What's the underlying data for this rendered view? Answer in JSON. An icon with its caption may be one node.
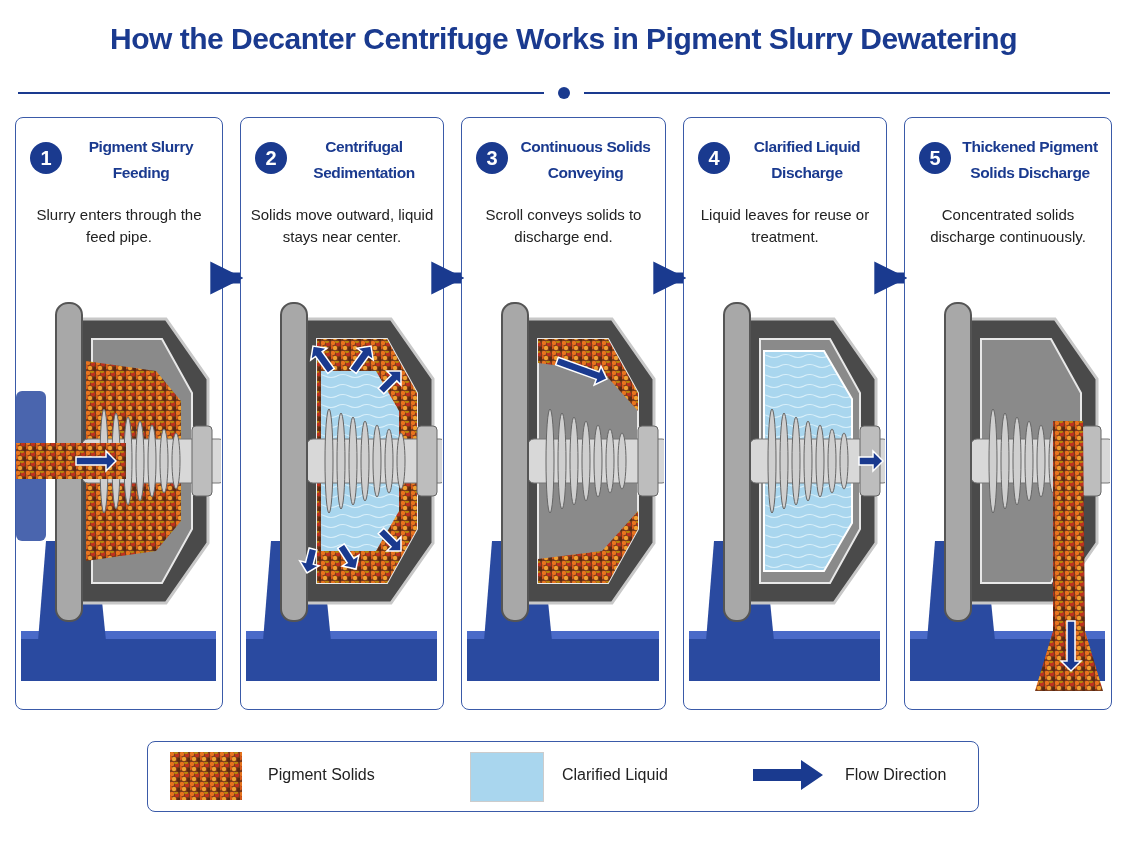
{
  "diagram": {
    "title": "How the Decanter Centrifuge Works in Pigment Slurry Dewatering",
    "nodes": [
      {
        "text": [
          "1",
          "Pigment Slurry Feeding",
          "Slurry enters through the feed pipe."
        ]
      },
      {
        "text": [
          "2",
          "Centrifugal Sedimentation",
          "Solids move outward, liquid stays near center."
        ]
      },
      {
        "text": [
          "3",
          "Continuous Solids Conveying",
          "Scroll conveys solids to discharge end."
        ]
      },
      {
        "text": [
          "4",
          "Clarified Liquid Discharge",
          "Liquid leaves for reuse or treatment."
        ]
      },
      {
        "text": [
          "5",
          "Thickened Pigment Solids Discharge",
          "Concentrated solids discharge continuously."
        ]
      }
    ],
    "edges": [
      {
        "from": 0,
        "to": 1,
        "arrow": "to"
      },
      {
        "from": 1,
        "to": 2,
        "arrow": "to"
      },
      {
        "from": 2,
        "to": 3,
        "arrow": "to"
      },
      {
        "from": 3,
        "to": 4,
        "arrow": "to"
      }
    ],
    "legend": [
      {
        "text": "Pigment Solids"
      },
      {
        "text": "Clarified Liquid",
        "color": "#a9d6ee"
      },
      {
        "text": "Flow Direction"
      }
    ]
  }
}
